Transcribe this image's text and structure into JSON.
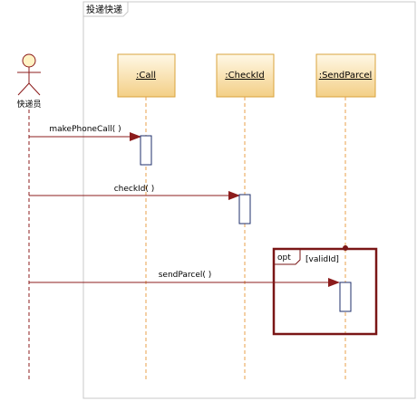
{
  "diagram": {
    "title": "投递快递",
    "actor": {
      "label": "快递员"
    },
    "lifelines": [
      {
        "id": "call",
        "label": ":Call"
      },
      {
        "id": "checkid",
        "label": ":CheckId"
      },
      {
        "id": "sendparcel",
        "label": ":SendParcel"
      }
    ],
    "messages": [
      {
        "id": "make-phone-call",
        "label": "makePhoneCall( )",
        "target": "call"
      },
      {
        "id": "check-id",
        "label": "checkId( )",
        "target": "checkid"
      },
      {
        "id": "send-parcel",
        "label": "sendParcel( )",
        "target": "sendparcel"
      }
    ],
    "fragment": {
      "operator": "opt",
      "guard": "[validId]"
    }
  },
  "colors": {
    "frame_border": "#c8c8c8",
    "lifeline_fill_top": "#fff8e6",
    "lifeline_fill_bottom": "#f3cf86",
    "lifeline_border": "#d9a33c",
    "lifeline_dash": "#e8a04b",
    "actor_dash": "#8c1c1c",
    "message_line": "#8c1c1c",
    "activation_border": "#1f2f6b",
    "fragment_border": "#7a1616",
    "text": "#000000"
  }
}
